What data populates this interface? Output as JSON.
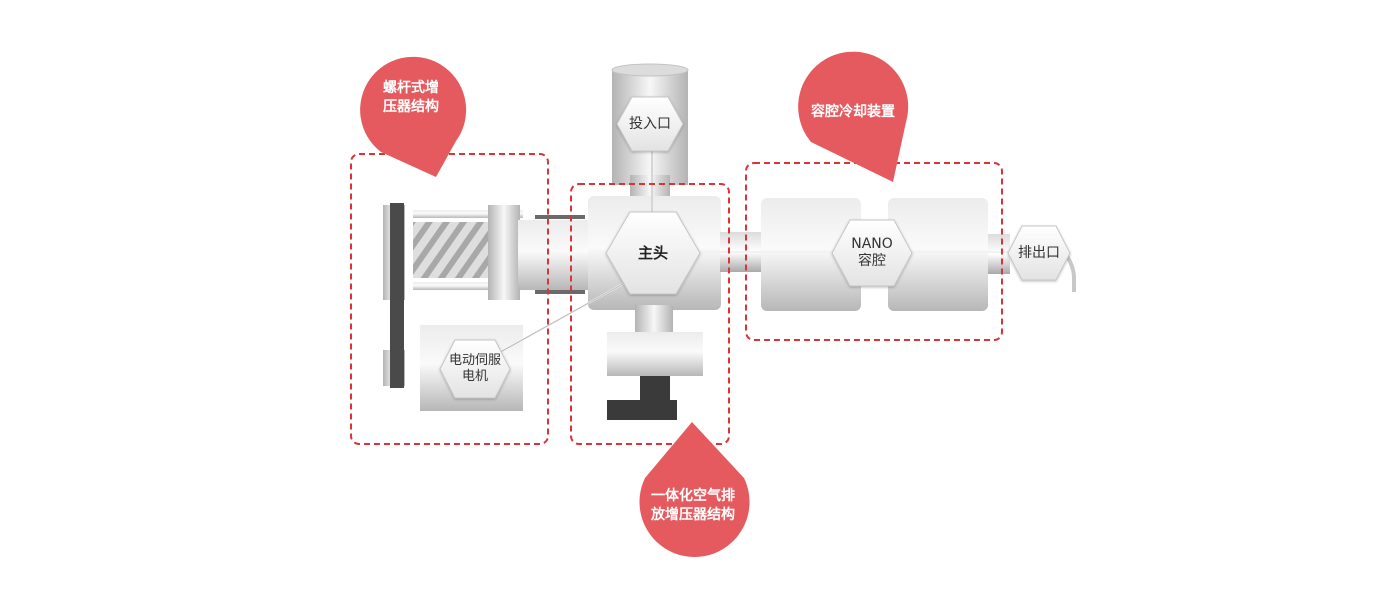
{
  "components": {
    "inlet": "投入口",
    "main_head": "主头",
    "nano_chamber": "NANO\n容腔",
    "outlet": "排出口",
    "servo_motor": "电动伺服\n电机"
  },
  "callouts": {
    "screw_booster": "螺杆式增\n压器结构",
    "chamber_cooling": "容腔冷却装置",
    "integrated_booster": "一体化空气排\n放增压器结构"
  },
  "colors": {
    "callout_fill": "#E55A5E",
    "dashed_frame": "#D9343A",
    "dark_bar": "#3A3A3A"
  }
}
